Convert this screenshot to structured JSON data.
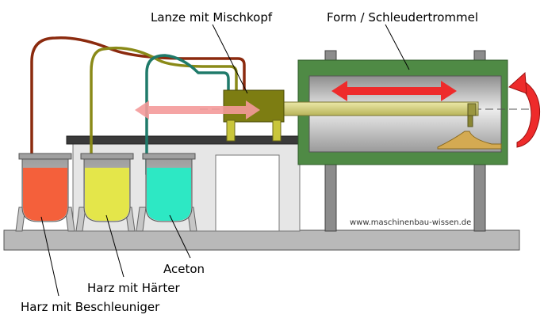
{
  "labels": {
    "lance": "Lanze mit Mischkopf",
    "mold": "Form / Schleudertrommel",
    "acetone": "Aceton",
    "resin_hardener": "Harz mit Härter",
    "resin_accelerator": "Harz mit Beschleuniger"
  },
  "credit": "www.maschinenbau-wissen.de",
  "colors": {
    "resin_accelerator": "#f4603b",
    "resin_hardener": "#e4e64a",
    "acetone": "#2de8c4",
    "hose_brown": "#8b2a0e",
    "hose_olive": "#8a8a18",
    "hose_teal": "#1f7a6a",
    "mixing_head": "#7d7d12",
    "lance": "#d6d37a",
    "mold_frame": "#4f8a45",
    "arrow_red": "#ee2b2b",
    "arrow_light": "#f49a9a",
    "base": "#b9b9b9"
  }
}
